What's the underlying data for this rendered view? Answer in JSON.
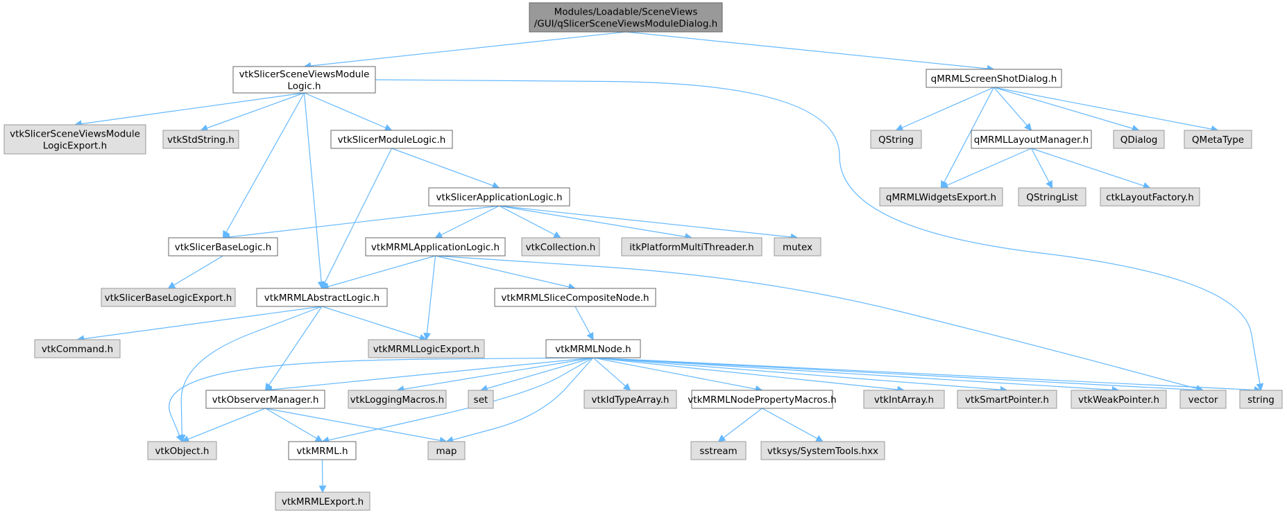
{
  "colors": {
    "edge": "#63b8ff",
    "root_fill": "#999999",
    "doc_fill": "#ffffff",
    "sys_fill": "#e0e0e0",
    "doc_border": "#666666",
    "sys_border": "#999999"
  },
  "nodes": {
    "root": {
      "lines": [
        "Modules/Loadable/SceneViews",
        "/GUI/qSlicerSceneViewsModuleDialog.h"
      ],
      "kind": "root"
    },
    "svml": {
      "lines": [
        "vtkSlicerSceneViewsModule",
        "Logic.h"
      ],
      "kind": "doc"
    },
    "qss": {
      "lines": [
        "qMRMLScreenShotDialog.h"
      ],
      "kind": "doc"
    },
    "svmle": {
      "lines": [
        "vtkSlicerSceneViewsModule",
        "LogicExport.h"
      ],
      "kind": "sys"
    },
    "vss": {
      "lines": [
        "vtkStdString.h"
      ],
      "kind": "sys"
    },
    "vsml": {
      "lines": [
        "vtkSlicerModuleLogic.h"
      ],
      "kind": "doc"
    },
    "qstr": {
      "lines": [
        "QString"
      ],
      "kind": "sys"
    },
    "qlm": {
      "lines": [
        "qMRMLLayoutManager.h"
      ],
      "kind": "doc"
    },
    "qdlg": {
      "lines": [
        "QDialog"
      ],
      "kind": "sys"
    },
    "qmt": {
      "lines": [
        "QMetaType"
      ],
      "kind": "sys"
    },
    "qwe": {
      "lines": [
        "qMRMLWidgetsExport.h"
      ],
      "kind": "sys"
    },
    "qsl": {
      "lines": [
        "QStringList"
      ],
      "kind": "sys"
    },
    "clf": {
      "lines": [
        "ctkLayoutFactory.h"
      ],
      "kind": "sys"
    },
    "vsal": {
      "lines": [
        "vtkSlicerApplicationLogic.h"
      ],
      "kind": "doc"
    },
    "vsbl": {
      "lines": [
        "vtkSlicerBaseLogic.h"
      ],
      "kind": "doc"
    },
    "vmal": {
      "lines": [
        "vtkMRMLApplicationLogic.h"
      ],
      "kind": "doc"
    },
    "vcol": {
      "lines": [
        "vtkCollection.h"
      ],
      "kind": "sys"
    },
    "ipmt": {
      "lines": [
        "itkPlatformMultiThreader.h"
      ],
      "kind": "sys"
    },
    "mtx": {
      "lines": [
        "mutex"
      ],
      "kind": "sys"
    },
    "vsble": {
      "lines": [
        "vtkSlicerBaseLogicExport.h"
      ],
      "kind": "sys"
    },
    "vmabs": {
      "lines": [
        "vtkMRMLAbstractLogic.h"
      ],
      "kind": "doc"
    },
    "vmscn": {
      "lines": [
        "vtkMRMLSliceCompositeNode.h"
      ],
      "kind": "doc"
    },
    "vcmd": {
      "lines": [
        "vtkCommand.h"
      ],
      "kind": "sys"
    },
    "vmle": {
      "lines": [
        "vtkMRMLLogicExport.h"
      ],
      "kind": "sys"
    },
    "vmn": {
      "lines": [
        "vtkMRMLNode.h"
      ],
      "kind": "doc"
    },
    "vom": {
      "lines": [
        "vtkObserverManager.h"
      ],
      "kind": "doc"
    },
    "vlm": {
      "lines": [
        "vtkLoggingMacros.h"
      ],
      "kind": "sys"
    },
    "set": {
      "lines": [
        "set"
      ],
      "kind": "sys"
    },
    "vita": {
      "lines": [
        "vtkIdTypeArray.h"
      ],
      "kind": "sys"
    },
    "vmnpm": {
      "lines": [
        "vtkMRMLNodePropertyMacros.h"
      ],
      "kind": "doc"
    },
    "via": {
      "lines": [
        "vtkIntArray.h"
      ],
      "kind": "sys"
    },
    "vsp": {
      "lines": [
        "vtkSmartPointer.h"
      ],
      "kind": "sys"
    },
    "vwp": {
      "lines": [
        "vtkWeakPointer.h"
      ],
      "kind": "sys"
    },
    "vec": {
      "lines": [
        "vector"
      ],
      "kind": "sys"
    },
    "str": {
      "lines": [
        "string"
      ],
      "kind": "sys"
    },
    "vobj": {
      "lines": [
        "vtkObject.h"
      ],
      "kind": "sys"
    },
    "vmrml": {
      "lines": [
        "vtkMRML.h"
      ],
      "kind": "doc"
    },
    "map": {
      "lines": [
        "map"
      ],
      "kind": "sys"
    },
    "sst": {
      "lines": [
        "sstream"
      ],
      "kind": "sys"
    },
    "vst": {
      "lines": [
        "vtksys/SystemTools.hxx"
      ],
      "kind": "sys"
    },
    "vmexp": {
      "lines": [
        "vtkMRMLExport.h"
      ],
      "kind": "sys"
    }
  }
}
